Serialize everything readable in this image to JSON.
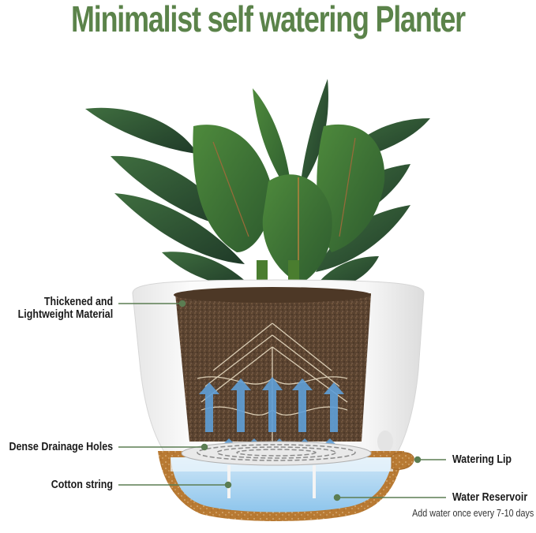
{
  "title": "Minimalist self watering Planter",
  "colors": {
    "title_green": "#5b834a",
    "callout_line": "#5b7d52",
    "pot_white": "#f2f2f2",
    "pot_base_brown": "#b8742a",
    "soil": "#5a4330",
    "water_blue": "#a9d4f0",
    "arrow_blue": "#5f9fd8",
    "leaf_dark": "#2b4a32"
  },
  "callouts": [
    {
      "id": "material",
      "lines": [
        "Thickened and",
        "Lightweight Material"
      ],
      "side": "left"
    },
    {
      "id": "drainage",
      "lines": [
        "Dense Drainage Holes"
      ],
      "side": "left"
    },
    {
      "id": "cotton",
      "lines": [
        "Cotton string"
      ],
      "side": "left"
    },
    {
      "id": "lip",
      "lines": [
        "Watering Lip"
      ],
      "side": "right"
    },
    {
      "id": "reservoir",
      "lines": [
        "Water Reservoir"
      ],
      "side": "right",
      "note": "Add water once every 7-10 days"
    }
  ],
  "icons": {
    "plant": "rubber-plant-illustration",
    "pot": "self-watering-pot-cutaway",
    "arrows": "water-wicking-arrows"
  }
}
